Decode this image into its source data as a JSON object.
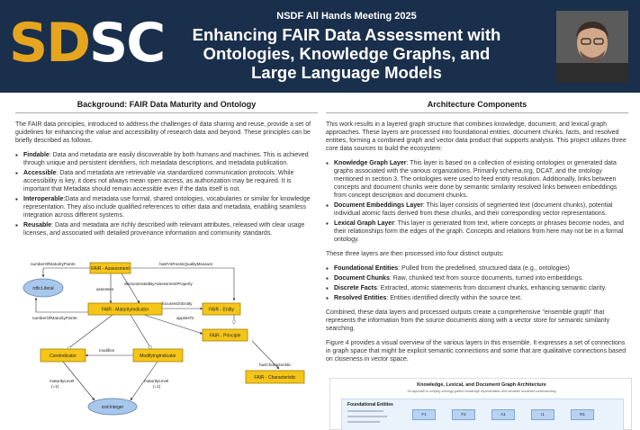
{
  "header": {
    "logo_left": "SD",
    "logo_right": "SC",
    "meeting": "NSDF All Hands Meeting 2025",
    "title_lines": [
      "Enhancing FAIR Data Assessment with",
      "Ontologies, Knowledge Graphs, and",
      "Large Language Models"
    ]
  },
  "left": {
    "heading": "Background: FAIR Data Maturity and Ontology",
    "intro": "The FAIR data principles, introduced to address the challenges of data sharing and reuse, provide a set of guidelines for enhancing the value and accessibility of research data and beyond. These principles can be briefly described as follows.",
    "items": [
      {
        "term": "Findable",
        "text": ": Data and metadata are easily discoverable by both humans and machines. This is achieved through unique and persistent identifiers, rich metadata descriptions, and metadata publication."
      },
      {
        "term": "Accessible",
        "text": ": Data and metadata are retrievable via standardized communication protocols. While accessibility is key, it does not always mean open access, as authorization may be required. It is important that Metadata should remain accessible even if the data itself is not."
      },
      {
        "term": "Interoperable",
        "text": ":Data and metadata use formal, shared ontologies, vocabularies or similar for knowledge representation. They also include qualified references to other data and metadata, enabling seamless integration across different systems."
      },
      {
        "term": "Reusable",
        "text": ": Data and metadata are richly described with relevant attributes, released with clear usage licenses, and associated with detailed provenance information and community standards."
      }
    ]
  },
  "diagram": {
    "nodes": {
      "assessment": "FAIR - Assessment",
      "literal": "rdfs:Literal",
      "maturity": "FAIR - MaturityIndicator",
      "entity": "FAIR - Entity",
      "principle": "FAIR - Principle",
      "core": "CoreIndicator",
      "modifying": "ModifyingIndicator",
      "characteristic": "FAIR - Characteristic",
      "integer": "xsd:integer"
    },
    "edges": {
      "numberOfMaturityPoints_top": "numberOfMaturityPoints",
      "hasFAIRnessQualityMeasure": "hasFAIRnessQualityMeasure",
      "assesses": "assesses",
      "demonstratedByAssessmentProperty": "demonstratedByAssessmentProperty",
      "focusesOnEntity": "focusesOnEntity",
      "numberOfMaturityPoints_mid": "numberOfMaturityPoints",
      "appliesTo": "appliesTo",
      "modifies": "modifies",
      "hasCharacteristic": "hasCharacteristic",
      "maturityLevel_left": "maturityLevel",
      "maturityLevel_left_card": "(=1)",
      "maturityLevel_right": "maturityLevel",
      "maturityLevel_right_card": "(=1)"
    }
  },
  "right": {
    "heading": "Architecture Components",
    "intro": "This work results in a layered graph structure that combines knowledge, document, and lexical graph approaches. These layers are processed into foundational entities, document chunks, facts, and resolved entities, forming a combined graph and vector data product that supports analysis. This project utilizes three core data sources to build the ecosystem:",
    "layers": [
      {
        "term": "Knowledge Graph Layer",
        "text": ": This layer is based on a collection of existing ontologies or generated data graphs associated with the various organizations. Primarily schema.org, DCAT, and the ontology mentioned in section 3. The ontologies were used to feed entity resolution. Additionally, links between concepts and document chunks were done by semantic similarity resolved links between embeddings from concept description and document chunks."
      },
      {
        "term": "Document Embeddings Layer",
        "text": ": This layer consists of segmented text (document chunks), potential individual atomic facts derived from these chunks, and their corresponding vector representations."
      },
      {
        "term": "Lexical Graph Layer",
        "text": ": This layer is generated from text, where concepts or phrases become nodes, and their relationships form the edges of the graph. Concepts and relations from here may not be in a formal ontology."
      }
    ],
    "outputs_intro": "These three layers are then processed into four distinct outputs:",
    "outputs": [
      {
        "term": "Foundational Entities",
        "text": ": Pulled from the predefined, structured data (e.g., ontologies)"
      },
      {
        "term": "Document Chunks",
        "text": ": Raw, chunked text from source documents, turned into embeddings."
      },
      {
        "term": "Discrete Facts",
        "text": ": Extracted, atomic statements from document chunks, enhancing semantic clarity."
      },
      {
        "term": "Resolved Entities",
        "text": ": Entities identified directly within the source text."
      }
    ],
    "combined": "Combined, these data layers and processed outputs create a comprehensive \"ensemble graph\" that represents the information from the source documents along with a vector store for semantic similarity searching.",
    "figure_text": "Figure 4 provides a visual overview of the various layers in this ensemble. It expresses a set of connections in graph space that might be explicit semantic connections and some that are qualitative connections based on closeness in vector space."
  },
  "arch": {
    "title": "Knowledge, Lexical, and Document Graph Architecture",
    "subtitle": "An approach to unifying ontology-guided knowledge representation and semantic document understanding",
    "foundation_title": "Foundational Entities",
    "chips": [
      "F1",
      "F2",
      "A1",
      "I1",
      "R1"
    ]
  },
  "colors": {
    "navy": "#1a2f4c",
    "gold": "#e5a51e",
    "node_yellow": "#f5c518",
    "node_blue": "#a9c7ec"
  }
}
